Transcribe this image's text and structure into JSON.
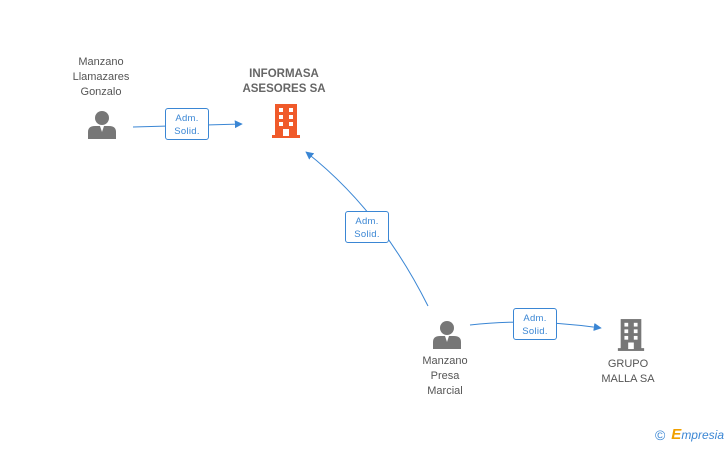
{
  "nodes": {
    "person_gonzalo": {
      "lines": [
        "Manzano",
        "Llamazares",
        "Gonzalo"
      ]
    },
    "company_informasa": {
      "lines": [
        "INFORMASA",
        "ASESORES SA"
      ]
    },
    "person_marcial": {
      "lines": [
        "Manzano",
        "Presa",
        "Marcial"
      ]
    },
    "company_grupo": {
      "lines": [
        "GRUPO",
        "MALLA SA"
      ]
    }
  },
  "edges": {
    "gonzalo_to_informasa": {
      "line1": "Adm.",
      "line2": "Solid."
    },
    "marcial_to_informasa": {
      "line1": "Adm.",
      "line2": "Solid."
    },
    "marcial_to_grupo": {
      "line1": "Adm.",
      "line2": "Solid."
    }
  },
  "brand": {
    "copyright": "©",
    "e_letter": "E",
    "rest": "mpresia"
  },
  "colors": {
    "edge": "#3a86d4",
    "person_icon": "#777777",
    "company_main": "#f05a2a",
    "company_other": "#777777"
  }
}
